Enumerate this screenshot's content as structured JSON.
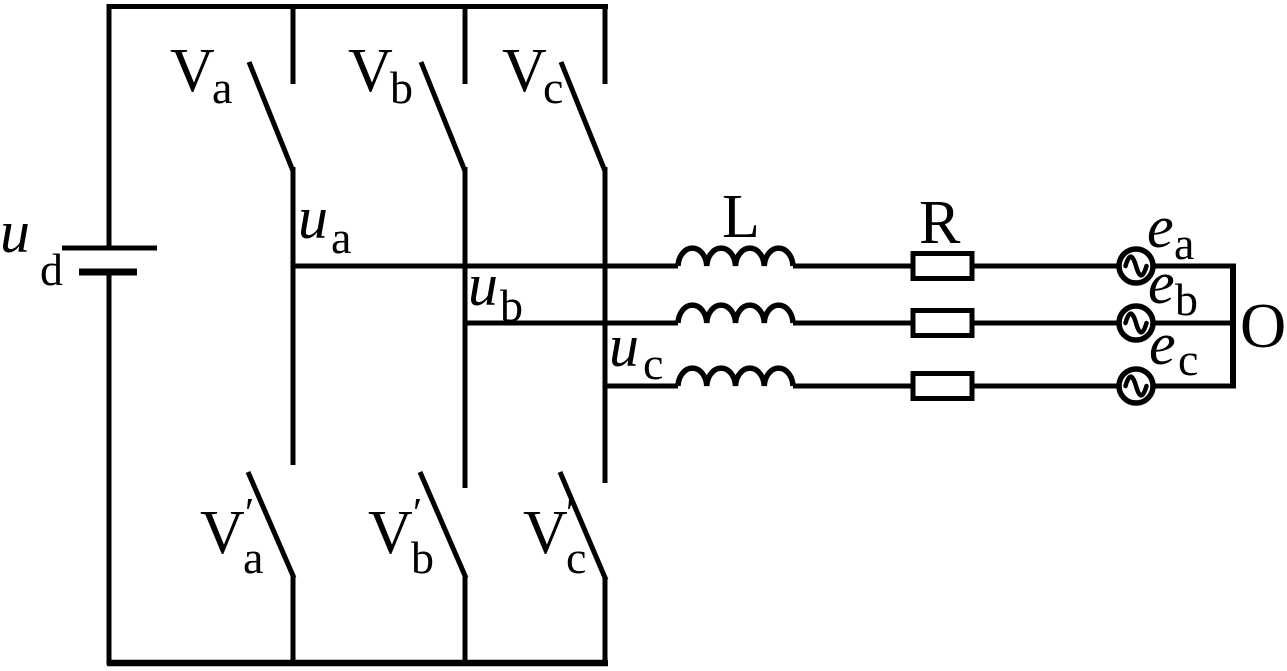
{
  "figure": {
    "ink_color": "#000000",
    "background_color": "#ffffff"
  },
  "labels": {
    "dc_source": {
      "base": "u",
      "sub": "d"
    },
    "upper_switches": [
      {
        "base": "V",
        "sub": "a"
      },
      {
        "base": "V",
        "sub": "b"
      },
      {
        "base": "V",
        "sub": "c"
      }
    ],
    "lower_switches": [
      {
        "base": "V",
        "prime": "′",
        "sub": "a"
      },
      {
        "base": "V",
        "prime": "′",
        "sub": "b"
      },
      {
        "base": "V",
        "prime": "′",
        "sub": "c"
      }
    ],
    "phase_nodes": [
      {
        "base": "u",
        "sub": "a"
      },
      {
        "base": "u",
        "sub": "b"
      },
      {
        "base": "u",
        "sub": "c"
      }
    ],
    "inductor": "L",
    "resistor": "R",
    "back_emf": [
      {
        "base": "e",
        "sub": "a"
      },
      {
        "base": "e",
        "sub": "b"
      },
      {
        "base": "e",
        "sub": "c"
      }
    ],
    "neutral_point": "O"
  }
}
